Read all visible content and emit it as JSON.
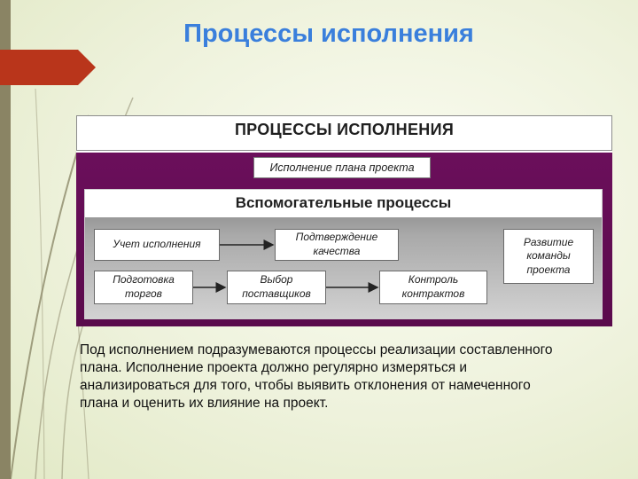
{
  "slide": {
    "title": "Процессы исполнения"
  },
  "diagram": {
    "header": "ПРОЦЕССЫ ИСПОЛНЕНИЯ",
    "plan_execution": "Исполнение плана проекта",
    "support_title": "Вспомогательные процессы",
    "boxes": {
      "accounting": "Учет исполнения",
      "quality": "Подтверждение\nкачества",
      "team_development": "Развитие\nкоманды\nпроекта",
      "bidding_prep": "Подготовка\nторгов",
      "supplier_choice": "Выбор\nпоставщиков",
      "contract_control": "Контроль\nконтрактов"
    }
  },
  "description": {
    "lines": [
      "Под исполнением подразумеваются процессы реализации составленного",
      "плана. Исполнение проекта должно регулярно измеряться и",
      "анализироваться для того, чтобы выявить отклонения от намеченного",
      "плана и оценить их влияние на проект."
    ]
  },
  "colors": {
    "title": "#3a7fdc",
    "purple_band": "#6b0f5b",
    "left_tab": "#b9351b",
    "left_bar": "#8a8464"
  }
}
